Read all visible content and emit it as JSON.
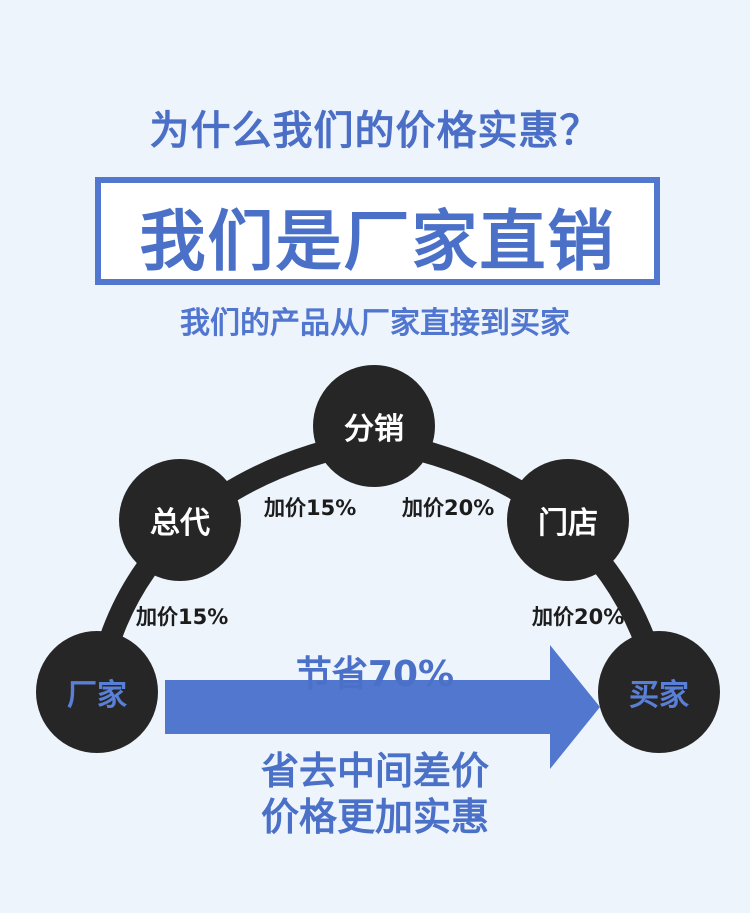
{
  "header": {
    "question": "为什么我们的价格实惠？",
    "banner": "我们是厂家直销",
    "subtitle": "我们的产品从厂家直接到买家"
  },
  "chain": {
    "factory": "厂家",
    "general_agent": "总代",
    "distribution": "分销",
    "store": "门店",
    "buyer": "买家"
  },
  "markups": {
    "factory_to_agent": "加价15%",
    "agent_to_distribution": "加价15%",
    "distribution_to_store": "加价20%",
    "store_to_buyer": "加价20%"
  },
  "savings": {
    "label": "节省70%",
    "line1": "省去中间差价",
    "line2": "价格更加实惠"
  },
  "colors": {
    "accent": "#4a70c8",
    "node": "#262626",
    "background": "#eef4fc"
  }
}
